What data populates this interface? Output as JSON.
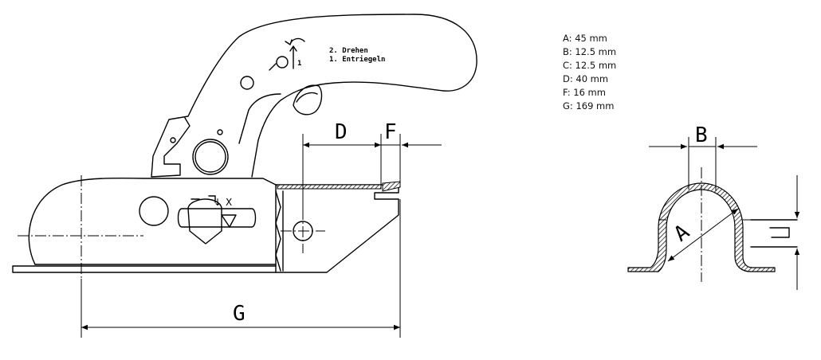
{
  "dimensions": [
    "A: 45 mm",
    "B: 12.5 mm",
    "C: 12.5 mm",
    "D: 40 mm",
    "F: 16 mm",
    "G: 169 mm"
  ],
  "drawing_labels": {
    "d": "D",
    "f": "F",
    "g": "G",
    "b": "B",
    "a": "A"
  },
  "handle_text": {
    "line1": "2. Drehen",
    "line2": "1. Entriegeln",
    "step_number": "1"
  },
  "lock_symbols": {
    "open": "↓",
    "closed": "X"
  }
}
